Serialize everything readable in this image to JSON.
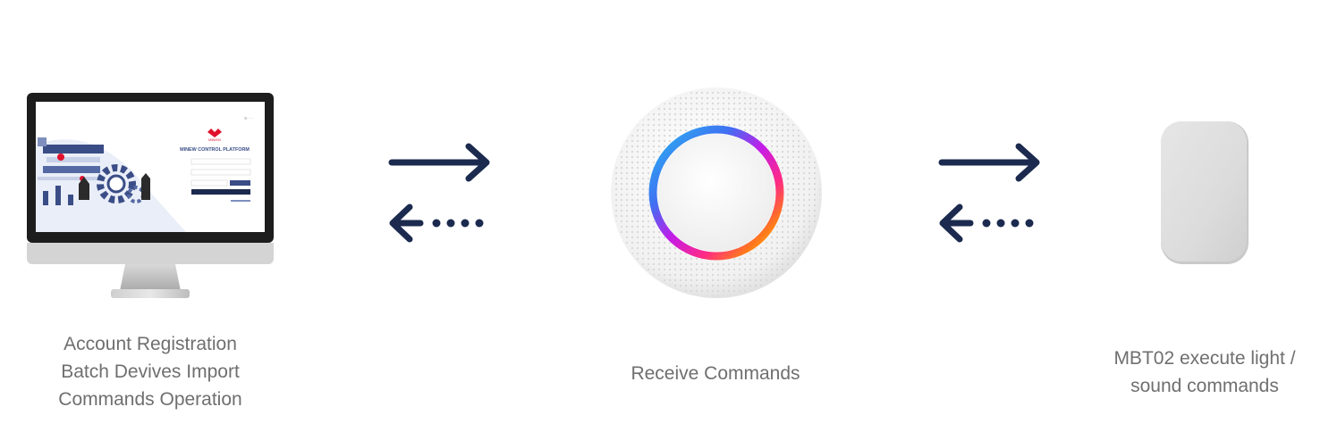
{
  "nodes": {
    "platform": {
      "caption_lines": [
        "Account Registration",
        "Batch Devives Import",
        "Commands Operation"
      ],
      "screen_brand": "MINEW",
      "screen_title": "MINEW CONTROL PLATFORM"
    },
    "gateway": {
      "caption_lines": [
        "Receive Commands"
      ]
    },
    "beacon": {
      "caption_lines": [
        "MBT02 execute light /",
        "sound commands"
      ]
    }
  },
  "colors": {
    "arrow": "#1b2a4e",
    "caption": "#6f6f6f",
    "accent": "#e0112b"
  }
}
